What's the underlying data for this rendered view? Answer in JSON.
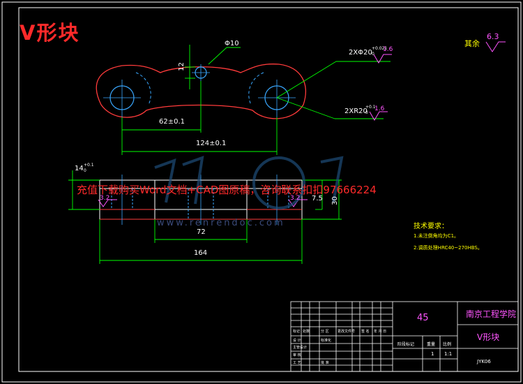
{
  "title": "V形块",
  "watermark_text": "充值下载购买Word文档+CAD图原稿，咨询联系扣扣97666224",
  "watermark_url": "www.renrendoc.com",
  "roughness_note": {
    "label": "其余",
    "value": "6.3"
  },
  "dimensions": {
    "hole_dia": "Φ10",
    "hole_offset": "12",
    "thread_callout": "2XΦ20",
    "thread_tol": "+0.021",
    "thread_tol_lower": "0",
    "thread_rough": "1.6",
    "radius_callout": "2XR20",
    "radius_tol": "+0.1",
    "radius_tol_lower": "0",
    "radius_rough": "1.6",
    "center_dist_small": "62±0.1",
    "center_dist_big": "124±0.1",
    "left_height": "14",
    "left_height_tol": "+0.1",
    "left_height_tol_lower": "0",
    "slot_rough_left": "3.2",
    "slot_rough_right": "3.2",
    "depth_small": "7.5",
    "depth_big": "30",
    "width_inner": "72",
    "width_total": "164"
  },
  "tech_req": {
    "heading": "技术要求：",
    "lines": [
      "1.未注倒角均为C1。",
      "2.调质处理HRC40~270HBS。"
    ]
  },
  "title_block": {
    "material": "45",
    "school": "南京工程学院",
    "part_name": "V形块",
    "drawing_no": "JYK06",
    "ratio": "1:1",
    "qty": "1",
    "header_labels": [
      "阶段标记",
      "重量",
      "比例"
    ],
    "left_labels": [
      "标记",
      "处数",
      "分 区",
      "更改文件号",
      "签 名",
      "年 月 日"
    ],
    "row_labels": [
      "设 计",
      "标准化",
      "审 核",
      "工 艺",
      "批 准",
      "主管设计"
    ]
  }
}
